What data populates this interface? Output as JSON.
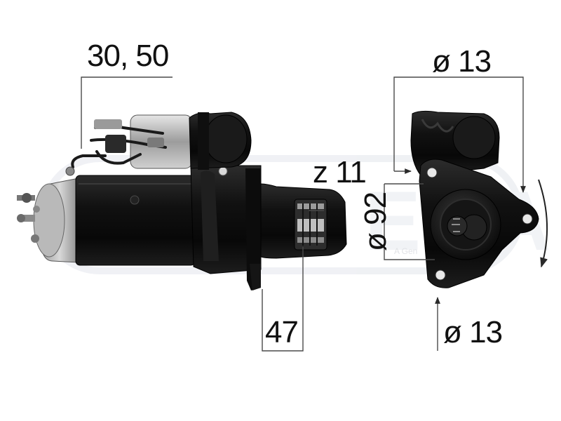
{
  "watermark": {
    "text": "ERA",
    "tagline": "A Gen"
  },
  "dimensions": {
    "terminal_spec": "30, 50",
    "pinion_teeth": "z 11",
    "flange_diameter": "ø 92",
    "pinion_offset": "47",
    "upper_bolt_hole": "ø 13",
    "lower_bolt_hole": "ø 13"
  },
  "colors": {
    "body": "#141414",
    "dimension_lines": "#5a5a5a",
    "watermark": "#dfe3ea"
  }
}
